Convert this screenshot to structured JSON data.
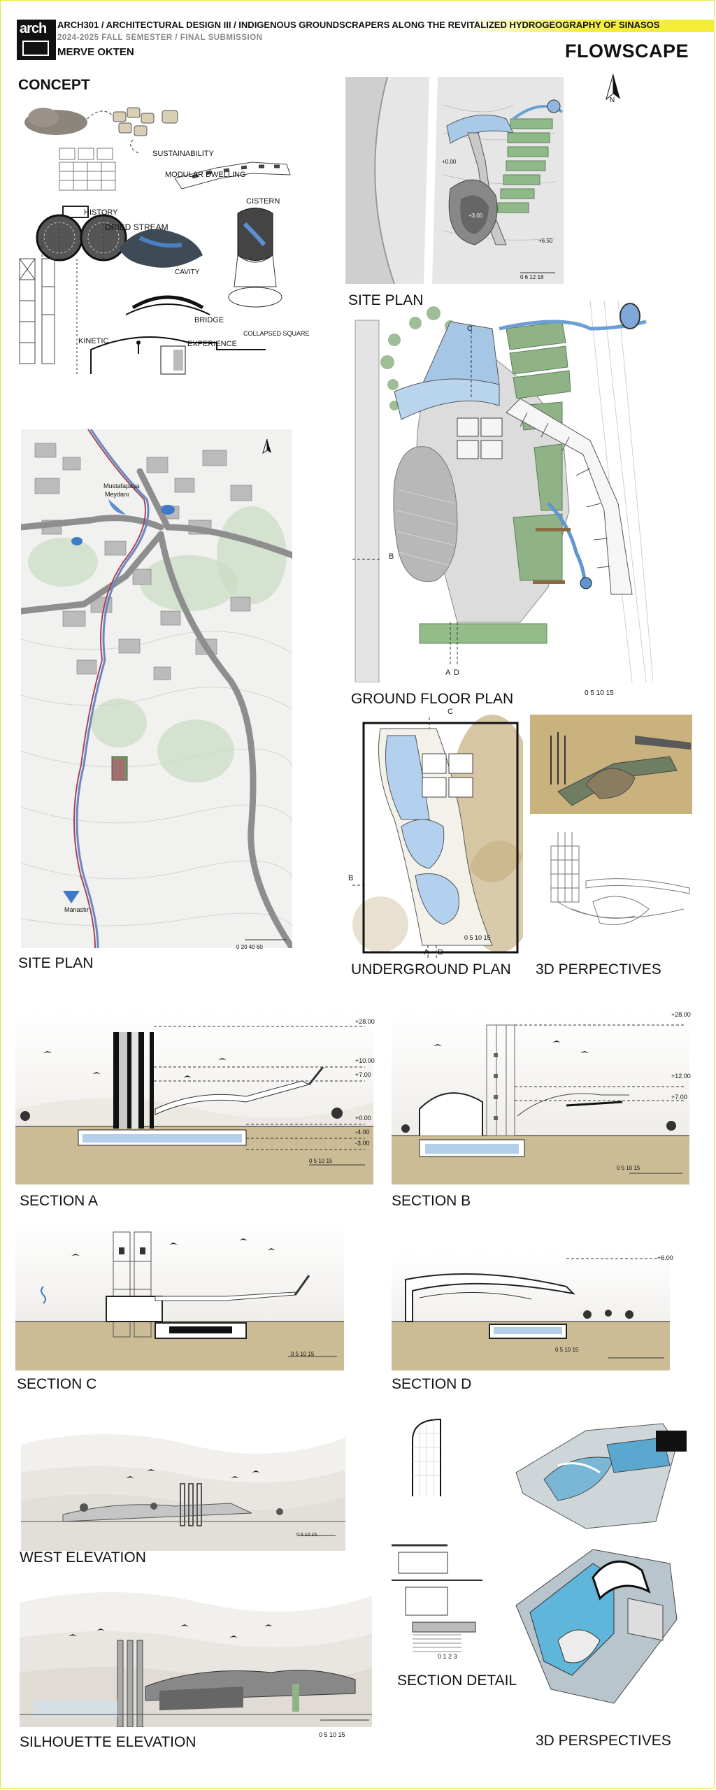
{
  "header": {
    "title": "ARCH301 / ARCHITECTURAL DESIGN III / INDIGENOUS GROUNDSCRAPERS ALONG THE REVITALIZED HYDROGEOGRAPHY OF SINASOS",
    "semester": "2024-2025 FALL SEMESTER / FINAL SUBMISSION",
    "author": "MERVE OKTEN",
    "project": "FLOWSCAPE",
    "logo_text": "arch"
  },
  "concept": {
    "heading": "CONCEPT",
    "labels": [
      "SUSTAINABILITY",
      "MODULAR DWELLING",
      "CISTERN",
      "HISTORY",
      "DRIED STREAM",
      "CAVITY",
      "BRIDGE",
      "COLLAPSED SQUARE",
      "KINETIC",
      "EXPERIENCE"
    ]
  },
  "site_plan_top": {
    "label": "SITE PLAN",
    "level_a": "+0.00",
    "level_b": "+3.00",
    "level_c": "+6.50",
    "scale": "0   6   12   18"
  },
  "north": "N",
  "site_plan_big": {
    "label": "SITE PLAN",
    "place1": "Mustafapaşa",
    "place2": "Meydanı",
    "place3": "Manastır",
    "scale": "0  20  40  60"
  },
  "ground_floor": {
    "label": "GROUND FLOOR PLAN",
    "sec_b": "B",
    "sec_c": "C",
    "sec_a": "A",
    "sec_d": "D",
    "scale": "0     5     10     15"
  },
  "underground": {
    "label": "UNDERGROUND PLAN",
    "sec_b": "B",
    "sec_c": "C",
    "sec_a": "A",
    "sec_d": "D",
    "scale": "0     5     10     15"
  },
  "perspectives_top": {
    "label": "3D PERPECTIVES"
  },
  "section_a": {
    "label": "SECTION A",
    "levels": [
      "+28.00",
      "+10.00",
      "+7.00",
      "+0.00",
      "-4.00",
      "-3.00"
    ],
    "scale": "0   5   10   15"
  },
  "section_b": {
    "label": "SECTION B",
    "levels": [
      "+28.00",
      "+12.00",
      "+7.00"
    ],
    "scale": "0   5   10   15"
  },
  "section_c": {
    "label": "SECTION C",
    "scale": "0   5   10   15"
  },
  "section_d": {
    "label": "SECTION D",
    "levels": [
      "+6.00"
    ],
    "scale": "0   5   10   15"
  },
  "west_elevation": {
    "label": "WEST ELEVATION",
    "scale": "0  5  10  15"
  },
  "section_detail": {
    "label": "SECTION DETAIL",
    "scale": "0  1  2  3"
  },
  "silhouette": {
    "label": "SILHOUETTE ELEVATION",
    "scale": "0   5   10   15"
  },
  "perspectives_bottom": {
    "label": "3D PERSPECTIVES"
  },
  "colors": {
    "accent_yellow": "#f4ee3a",
    "water": "#9cc3e6",
    "green": "#8fb883",
    "sand": "#c6b48a",
    "road": "#9a9a9a"
  }
}
